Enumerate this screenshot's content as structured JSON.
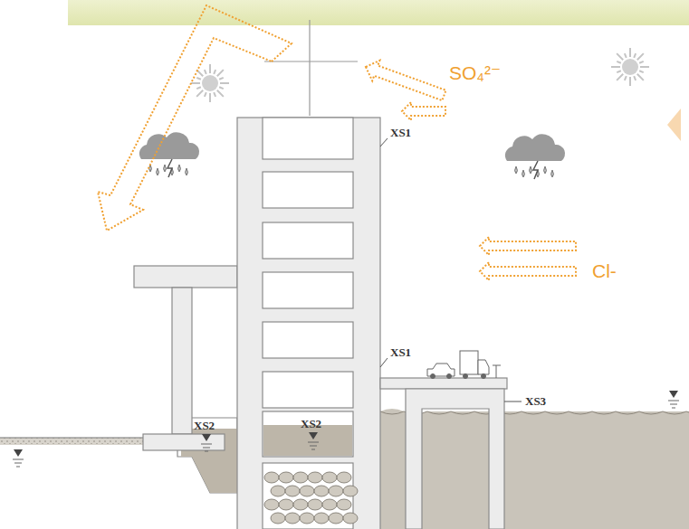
{
  "diagram": {
    "labels": [
      "SO₄²⁻",
      "XS1",
      "XS1",
      "Cl-",
      "XS2",
      "XS2",
      "XS3"
    ]
  }
}
